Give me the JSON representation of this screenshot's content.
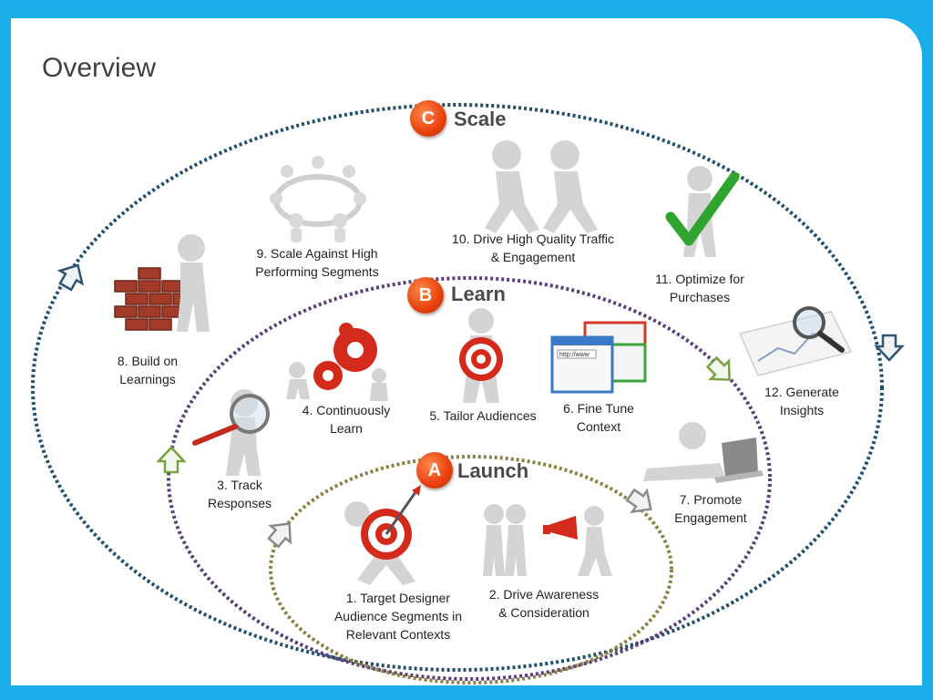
{
  "slide": {
    "title": "Overview"
  },
  "stages": [
    {
      "letter": "C",
      "name": "Scale"
    },
    {
      "letter": "B",
      "name": "Learn"
    },
    {
      "letter": "A",
      "name": "Launch"
    }
  ],
  "steps": [
    {
      "text": "1. Target Designer Audience Segments in Relevant Contexts",
      "icon": "target-on-back-figure-icon"
    },
    {
      "text": "2. Drive Awareness & Consideration",
      "icon": "megaphone-figures-icon"
    },
    {
      "text": "3. Track Responses",
      "icon": "magnifier-figure-icon"
    },
    {
      "text": "4. Continuously Learn",
      "icon": "gears-figures-icon"
    },
    {
      "text": "5. Tailor Audiences",
      "icon": "target-holding-figure-icon"
    },
    {
      "text": "6. Fine Tune Context",
      "icon": "browser-windows-icon"
    },
    {
      "text": "7. Promote Engagement",
      "icon": "laptop-figure-icon"
    },
    {
      "text": "8. Build on Learnings",
      "icon": "brick-wall-figure-icon"
    },
    {
      "text": "9. Scale Against High Performing Segments",
      "icon": "figures-circle-icon"
    },
    {
      "text": "10. Drive High Quality Traffic & Engagement",
      "icon": "running-figures-icon"
    },
    {
      "text": "11. Optimize for Purchases",
      "icon": "checkmark-figure-icon"
    },
    {
      "text": "12. Generate Insights",
      "icon": "chart-magnifier-icon"
    }
  ],
  "browser_text": "http://www",
  "colors": {
    "frame": "#1aaee8",
    "outer_ring": "#1f4e6e",
    "middle_ring": "#5a3e7a",
    "inner_ring": "#8a8040",
    "badge": "#e8400c"
  }
}
